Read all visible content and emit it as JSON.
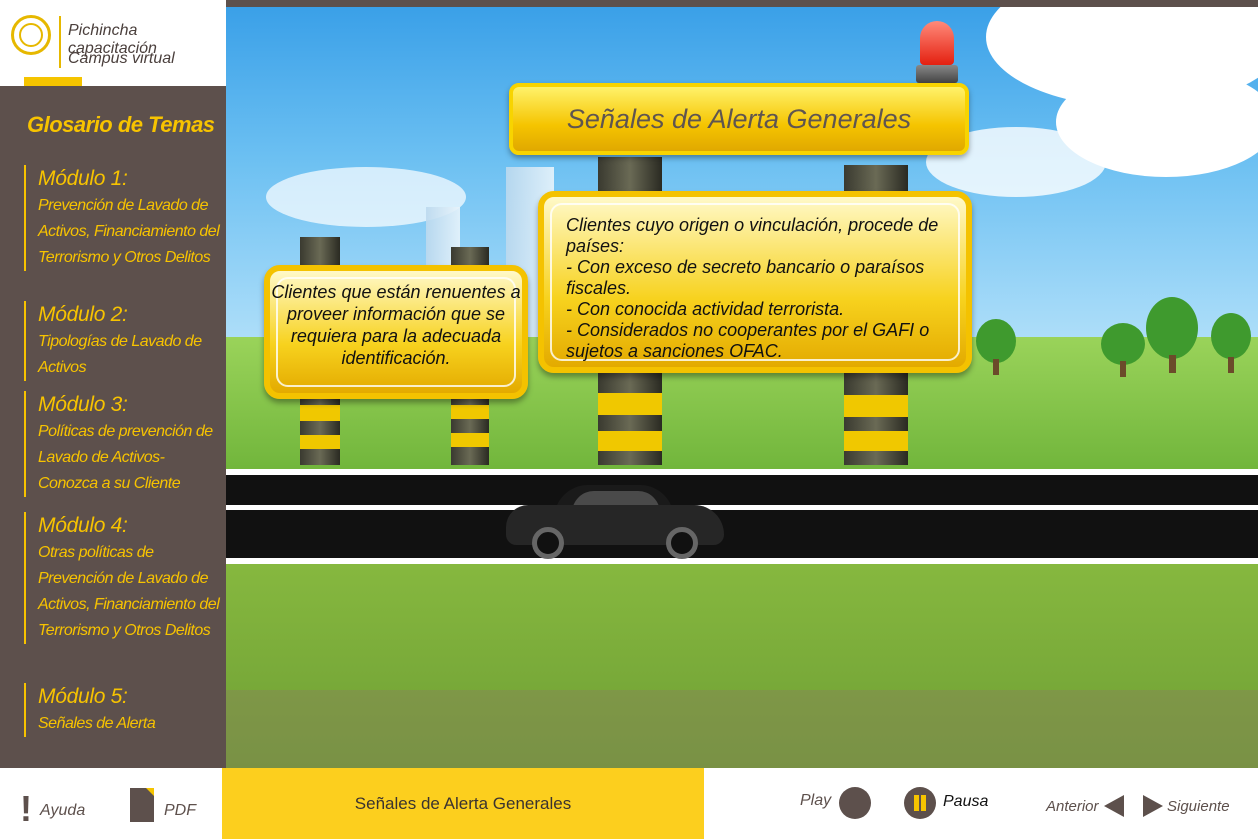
{
  "brand": {
    "line1": "Pichincha capacitación",
    "line2": "Campus virtual"
  },
  "sidebar": {
    "title": "Glosario de Temas",
    "modules": [
      {
        "title": "Módulo 1:",
        "desc": "Prevención de Lavado de Activos, Financiamiento del Terrorismo y Otros Delitos"
      },
      {
        "title": "Módulo 2:",
        "desc": "Tipologías de Lavado de Activos"
      },
      {
        "title": "Módulo 3:",
        "desc": "Políticas de prevención de Lavado de Activos- Conozca a su Cliente"
      },
      {
        "title": "Módulo 4:",
        "desc": "Otras políticas de Prevención de Lavado de Activos, Financiamiento del Terrorismo y Otros Delitos"
      },
      {
        "title": "Módulo 5:",
        "desc": "Señales de Alerta"
      }
    ]
  },
  "scene": {
    "title": "Señales de Alerta Generales",
    "left_board": "Clientes que están renuentes a proveer información que se requiera para la adecuada identificación.",
    "right_board": {
      "intro": "Clientes cuyo origen o vinculación, procede de países:",
      "items": [
        "- Con exceso de secreto bancario o paraísos fiscales.",
        "- Con conocida actividad terrorista.",
        "- Considerados no cooperantes por el GAFI o sujetos a sanciones OFAC."
      ]
    }
  },
  "footer": {
    "help": "Ayuda",
    "pdf": "PDF",
    "current_topic": "Señales de Alerta Generales",
    "play": "Play",
    "pause": "Pausa",
    "previous": "Anterior",
    "next": "Siguiente"
  },
  "colors": {
    "accent": "#f7c300",
    "sidebar_bg": "#5d504c"
  }
}
